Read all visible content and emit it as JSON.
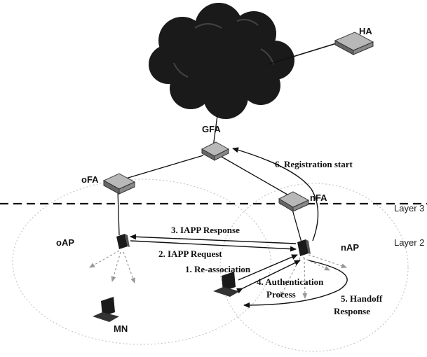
{
  "nodes": {
    "ha": "HA",
    "gfa": "GFA",
    "ofa": "oFA",
    "nfa": "nFA",
    "oap": "oAP",
    "nap": "nAP",
    "mn": "MN"
  },
  "layers": {
    "layer3": "Layer 3",
    "layer2": "Layer 2"
  },
  "steps": {
    "reassociation": "1. Re-association",
    "iapp_request": "2. IAPP Request",
    "iapp_response": "3. IAPP Response",
    "auth_line1": "4. Authentication",
    "auth_line2": "Process",
    "handoff_line1": "5. Handoff",
    "handoff_line2": "Response",
    "registration": "6. Registration start"
  },
  "icons": {
    "cloud": "network-cloud-icon",
    "router": "router-box-icon",
    "access_point": "access-point-icon",
    "laptop": "laptop-icon"
  },
  "colors": {
    "cloud": "#1a1a1a",
    "router_top": "#b8b8b8",
    "ink": "#111111"
  }
}
